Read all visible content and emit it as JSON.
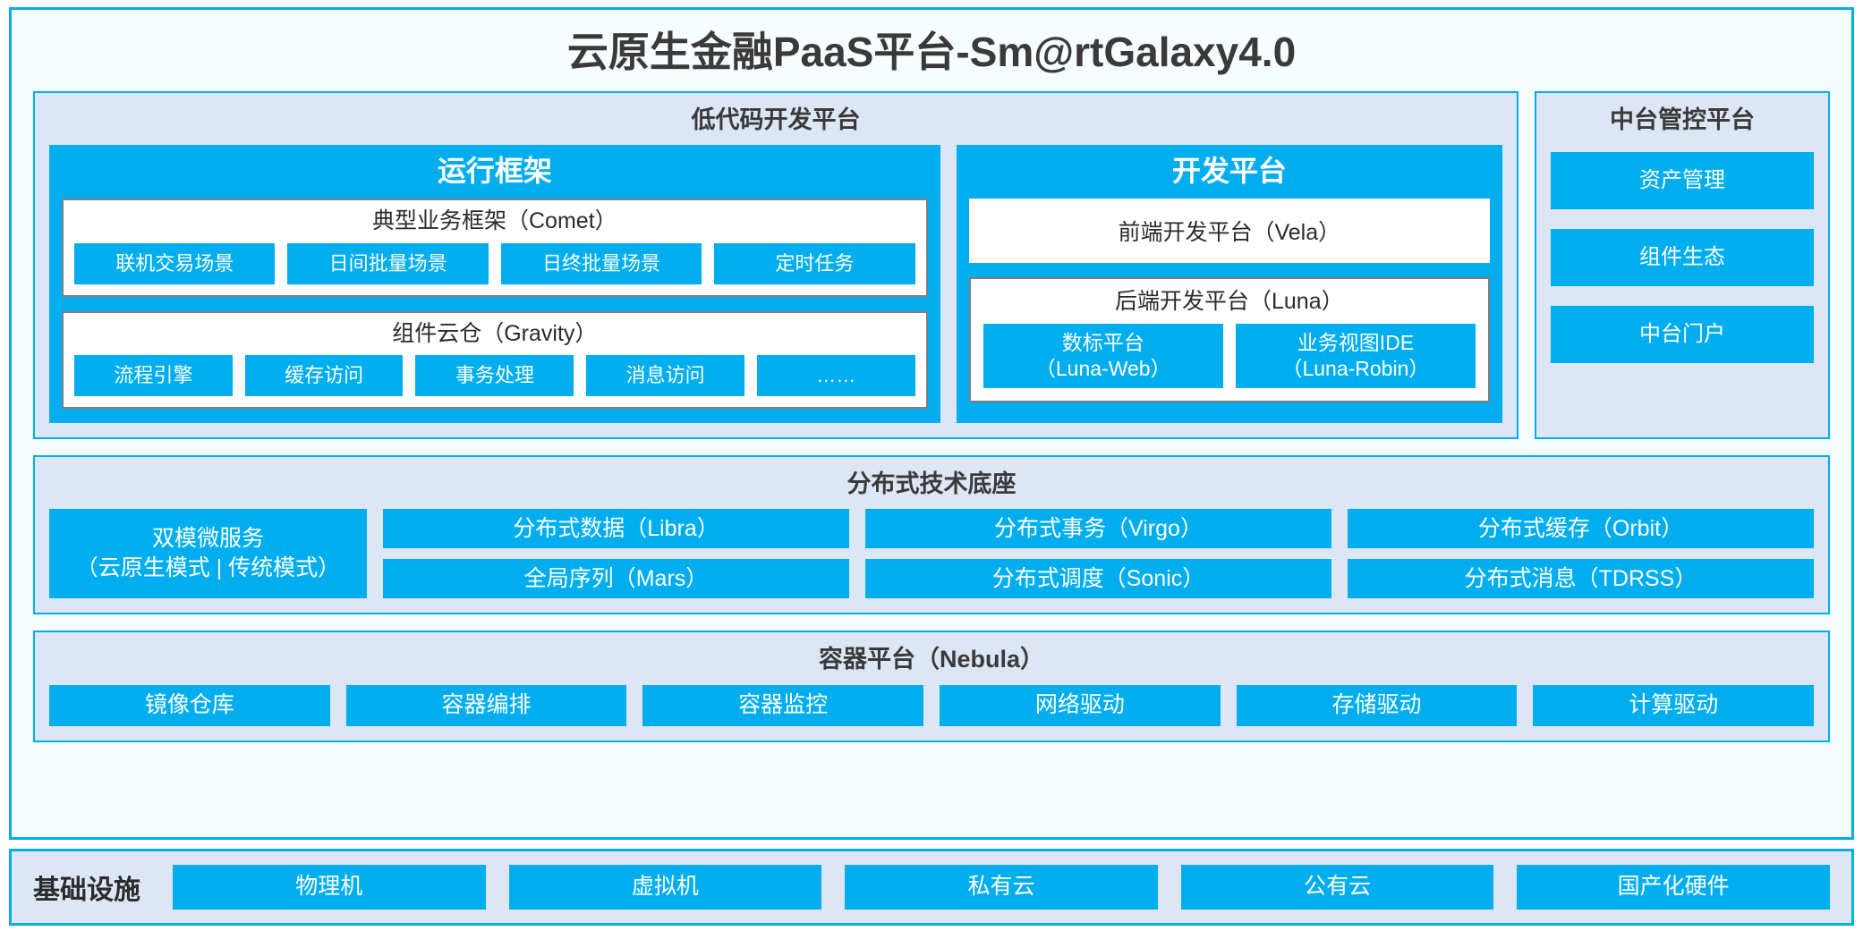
{
  "main": {
    "title": "云原生金融PaaS平台-Sm@rtGalaxy4.0"
  },
  "lowcode": {
    "title": "低代码开发平台",
    "runtime": {
      "title": "运行框架",
      "comet": {
        "title": "典型业务框架（Comet）",
        "items": [
          "联机交易场景",
          "日间批量场景",
          "日终批量场景",
          "定时任务"
        ]
      },
      "gravity": {
        "title": "组件云仓（Gravity）",
        "items": [
          "流程引擎",
          "缓存访问",
          "事务处理",
          "消息访问",
          "……"
        ]
      }
    },
    "devplatform": {
      "title": "开发平台",
      "vela": "前端开发平台（Vela）",
      "luna": {
        "title": "后端开发平台（Luna）",
        "items": [
          {
            "line1": "数标平台",
            "line2": "（Luna-Web）"
          },
          {
            "line1": "业务视图IDE",
            "line2": "（Luna-Robin）"
          }
        ]
      }
    }
  },
  "midplatform": {
    "title": "中台管控平台",
    "items": [
      "资产管理",
      "组件生态",
      "中台门户"
    ]
  },
  "distributed": {
    "title": "分布式技术底座",
    "microservice": {
      "line1": "双模微服务",
      "line2": "（云原生模式 | 传统模式）"
    },
    "columns": [
      [
        "分布式数据（Libra）",
        "全局序列（Mars）"
      ],
      [
        "分布式事务（Virgo）",
        "分布式调度（Sonic）"
      ],
      [
        "分布式缓存（Orbit）",
        "分布式消息（TDRSS）"
      ]
    ]
  },
  "container": {
    "title": "容器平台（Nebula）",
    "items": [
      "镜像仓库",
      "容器编排",
      "容器监控",
      "网络驱动",
      "存储驱动",
      "计算驱动"
    ]
  },
  "infrastructure": {
    "label": "基础设施",
    "items": [
      "物理机",
      "虚拟机",
      "私有云",
      "公有云",
      "国产化硬件"
    ]
  },
  "colors": {
    "accent": "#00AEEF",
    "panel_bg": "#DDE6F4",
    "frame_bg": "#F7FCFE",
    "card_border": "#7a7f85",
    "text": "#2b2b2b"
  }
}
